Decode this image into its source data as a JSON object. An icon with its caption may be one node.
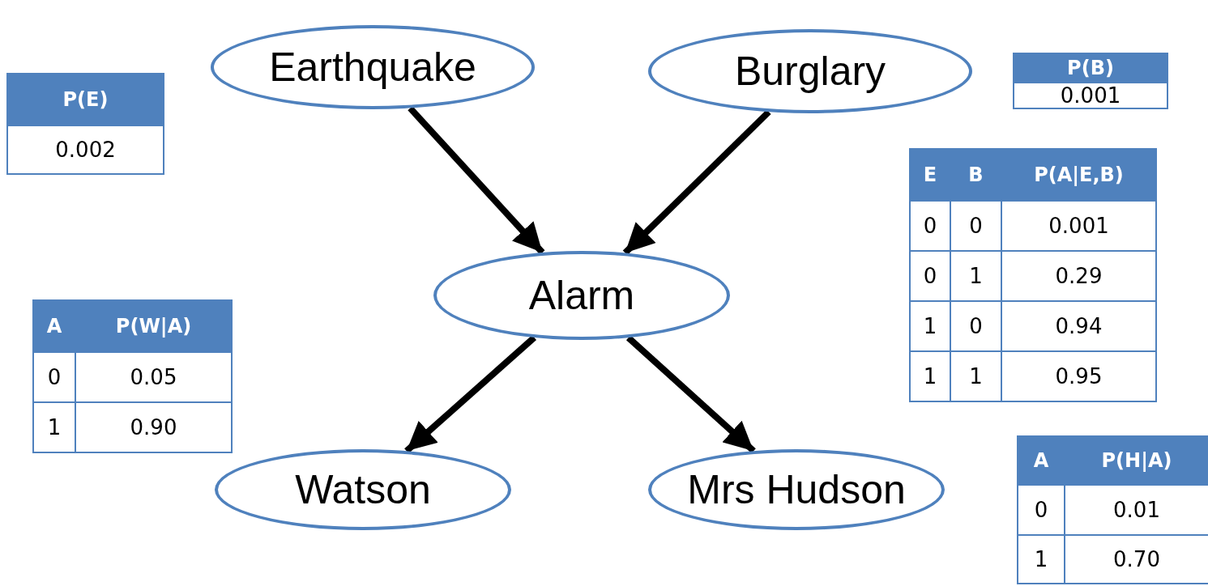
{
  "diagram": {
    "nodes": [
      {
        "text": [
          "Earthquake"
        ]
      },
      {
        "text": [
          "Burglary"
        ]
      },
      {
        "text": [
          "Alarm"
        ]
      },
      {
        "text": [
          "Watson"
        ]
      },
      {
        "text": [
          "Mrs Hudson"
        ]
      }
    ],
    "edges": [
      {
        "from": 0,
        "to": 2,
        "arrow": "to"
      },
      {
        "from": 1,
        "to": 2,
        "arrow": "to"
      },
      {
        "from": 2,
        "to": 3,
        "arrow": "to"
      },
      {
        "from": 2,
        "to": 4,
        "arrow": "to"
      }
    ],
    "labels": [
      "P(E)",
      "0.002",
      "P(B)",
      "0.001",
      "E",
      "B",
      "P(A|E,B)",
      "0",
      "0",
      "0.001",
      "0",
      "1",
      "0.29",
      "1",
      "0",
      "0.94",
      "1",
      "1",
      "0.95",
      "A",
      "P(W|A)",
      "0",
      "0.05",
      "1",
      "0.90",
      "A",
      "P(H|A)",
      "0",
      "0.01",
      "1",
      "0.70"
    ]
  }
}
